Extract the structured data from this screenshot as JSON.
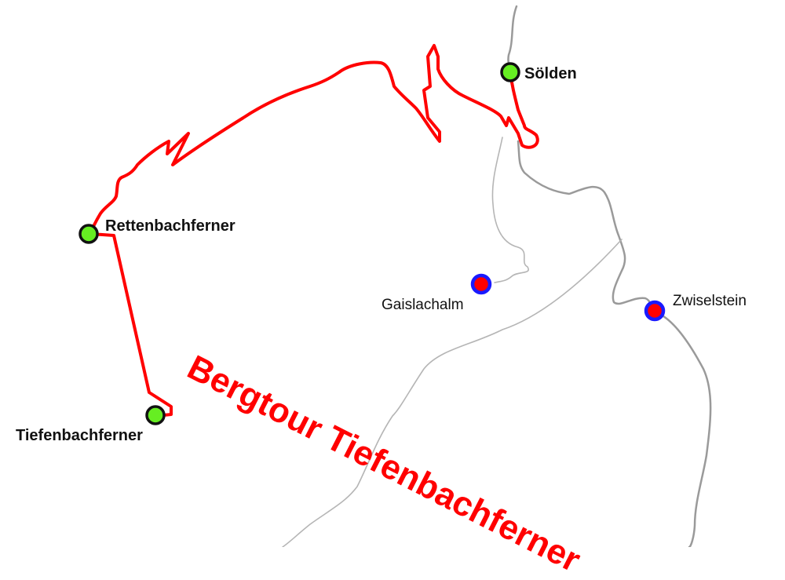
{
  "map": {
    "title": "Bergtour Tiefenbachferner",
    "colors": {
      "route": "#ff0000",
      "road": "#999999",
      "waypoint_fill": "#66ee22",
      "waypoint_stroke": "#111111",
      "village_fill": "#ff0000",
      "village_ring": "#1a1aff",
      "title": "#ff0000"
    },
    "waypoints": [
      {
        "name": "Sölden",
        "type": "route-point"
      },
      {
        "name": "Rettenbachferner",
        "type": "route-point"
      },
      {
        "name": "Tiefenbachferner",
        "type": "route-point"
      }
    ],
    "places": [
      {
        "name": "Gaislachalm",
        "type": "village"
      },
      {
        "name": "Zwiselstein",
        "type": "village"
      }
    ]
  }
}
